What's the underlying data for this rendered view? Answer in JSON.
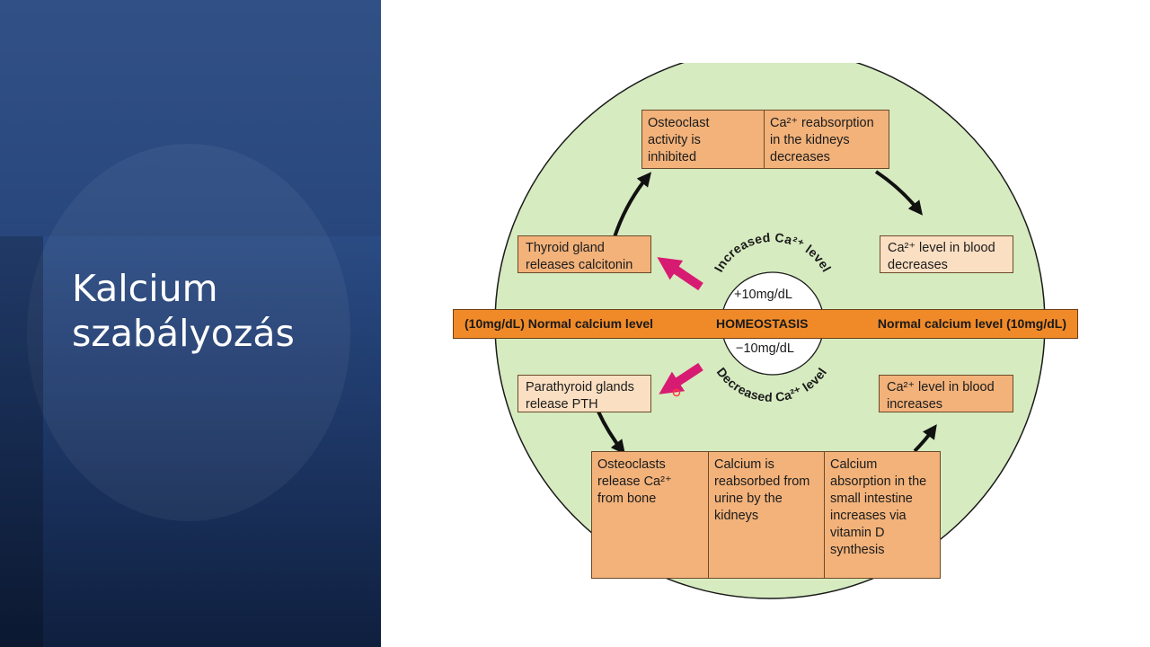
{
  "slide": {
    "title_line1": "Kalcium",
    "title_line2": "szabályozás"
  },
  "diagram": {
    "bar": {
      "left": "(10mg/dL) Normal calcium level",
      "center": "HOMEOSTASIS",
      "right": "Normal calcium level (10mg/dL)"
    },
    "increased": {
      "value": "+10mg/dL",
      "arc_label": "Increased Ca²⁺ level",
      "box_left": "Thyroid gland\nreleases calcitonin",
      "top_box_1": "Osteoclast\nactivity is\ninhibited",
      "top_box_2": "Ca²⁺ reabsorption\nin the kidneys\ndecreases",
      "box_right": "Ca²⁺ level in blood\ndecreases"
    },
    "decreased": {
      "value": "−10mg/dL",
      "arc_label": "Decreased Ca²⁺ level",
      "box_left": "Parathyroid glands\nrelease PTH",
      "bottom_box_1": "Osteoclasts\nrelease Ca²⁺\nfrom bone",
      "bottom_box_2": "Calcium is\nreabsorbed from\nurine by the\nkidneys",
      "bottom_box_3": "Calcium\nabsorption in the\nsmall intestine\nincreases via\nvitamin D\nsynthesis",
      "box_right": "Ca²⁺ level in blood\nincreases"
    },
    "icons": [
      "bone-icon",
      "kidney-icon"
    ],
    "colors": {
      "background_circle": "#d6ebc0",
      "box": "#f2b27a",
      "box_light": "#fbdfc2",
      "bar": "#f08a28",
      "pointer_arrow": "#d81b72"
    }
  }
}
